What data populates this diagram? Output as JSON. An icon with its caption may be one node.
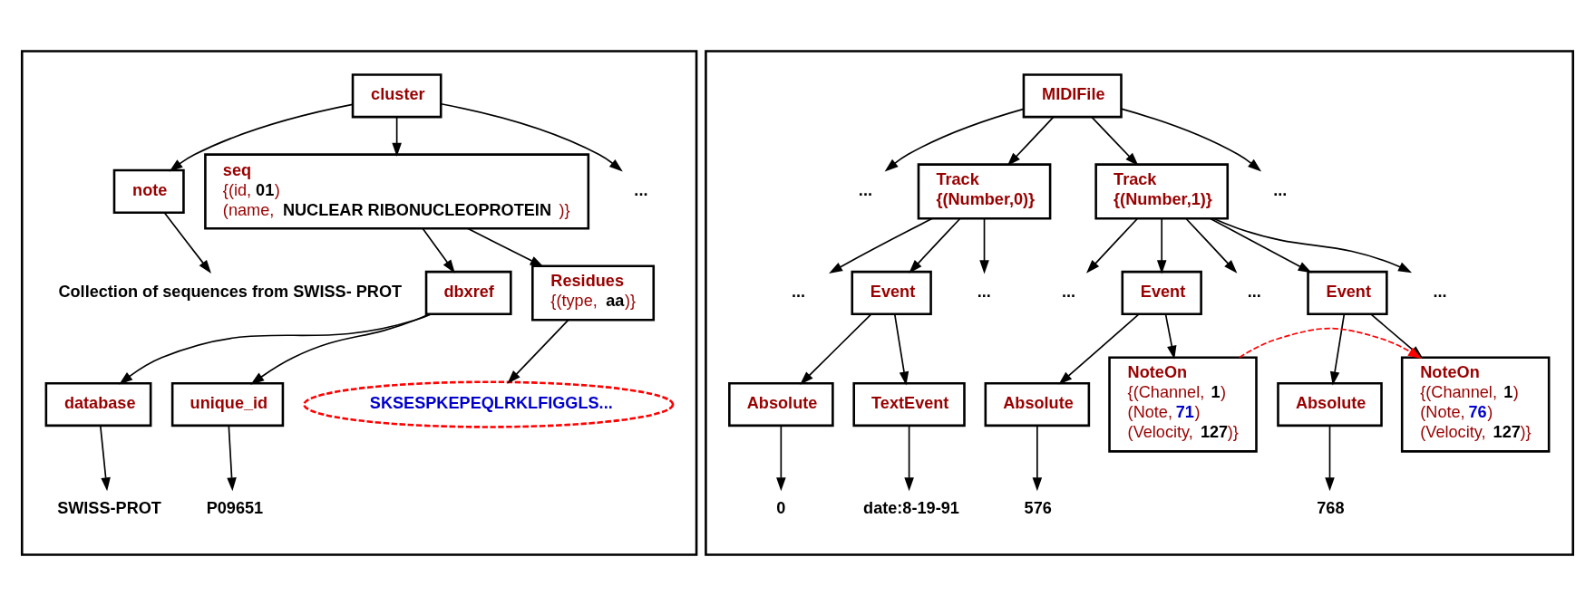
{
  "diagram": {
    "nodes": [
      {
        "text": [],
        "shape": "box"
      },
      {
        "text": [
          "cluster"
        ],
        "in": 0
      },
      {
        "text": [
          "note"
        ],
        "in": 0
      },
      {
        "text": [
          "seq",
          "{(id,**01**)",
          "(name, **NUCLEAR RIBONUCLEOPROTEIN**)}"
        ],
        "in": 0
      },
      {
        "text": [
          "..."
        ],
        "in": 0
      },
      {
        "text": [
          "Collection of sequences from SWISS- PROT"
        ],
        "in": 0
      },
      {
        "text": [
          "dbxref"
        ],
        "in": 0
      },
      {
        "text": [
          "Residues",
          "{(type, **aa**)}"
        ],
        "in": 0
      },
      {
        "text": [
          "database"
        ],
        "in": 0
      },
      {
        "text": [
          "unique_id"
        ],
        "in": 0
      },
      {
        "text": [
          "SKSESPKEPEQLRKLFIGGLS..."
        ],
        "in": 0
      },
      {
        "text": [
          "SWISS-PROT"
        ],
        "in": 0
      },
      {
        "text": [
          "P09651"
        ],
        "in": 0
      },
      {
        "text": [],
        "shape": "box"
      },
      {
        "text": [
          "MIDIFile"
        ],
        "in": 13
      },
      {
        "text": [
          "..."
        ],
        "in": 13
      },
      {
        "text": [
          "Track",
          "{(Number,0)}"
        ],
        "in": 13
      },
      {
        "text": [
          "Track",
          "{(Number,1)}"
        ],
        "in": 13
      },
      {
        "text": [
          "..."
        ],
        "in": 13
      },
      {
        "text": [
          "..."
        ],
        "in": 13
      },
      {
        "text": [
          "Event"
        ],
        "in": 13
      },
      {
        "text": [
          "..."
        ],
        "in": 13
      },
      {
        "text": [
          "..."
        ],
        "in": 13
      },
      {
        "text": [
          "Event"
        ],
        "in": 13
      },
      {
        "text": [
          "..."
        ],
        "in": 13
      },
      {
        "text": [
          "Event"
        ],
        "in": 13
      },
      {
        "text": [
          "..."
        ],
        "in": 13
      },
      {
        "text": [
          "Absolute"
        ],
        "in": 13
      },
      {
        "text": [
          "TextEvent"
        ],
        "in": 13
      },
      {
        "text": [
          "Absolute"
        ],
        "in": 13
      },
      {
        "text": [
          "NoteOn",
          "{(Channel, **1**)",
          "(Note, 71)",
          "(Velocity, **127**)}"
        ],
        "in": 13
      },
      {
        "text": [
          "Absolute"
        ],
        "in": 13
      },
      {
        "text": [
          "NoteOn",
          "{(Channel, **1**)",
          "(Note, 76)",
          "(Velocity, **127**)}"
        ],
        "in": 13
      },
      {
        "text": [
          "0"
        ],
        "in": 13
      },
      {
        "text": [
          "date:8-19-91"
        ],
        "in": 13
      },
      {
        "text": [
          "576"
        ],
        "in": 13
      },
      {
        "text": [
          "768"
        ],
        "in": 13
      }
    ],
    "edges": [
      {
        "from": 1,
        "to": 2,
        "arrow": "to"
      },
      {
        "from": 1,
        "to": 3,
        "arrow": "to"
      },
      {
        "from": 1,
        "to": 4,
        "arrow": "to"
      },
      {
        "from": 2,
        "to": 5,
        "arrow": "to"
      },
      {
        "from": 3,
        "to": 6,
        "arrow": "to"
      },
      {
        "from": 3,
        "to": 7,
        "arrow": "to"
      },
      {
        "from": 6,
        "to": 8,
        "arrow": "to"
      },
      {
        "from": 6,
        "to": 9,
        "arrow": "to"
      },
      {
        "from": 7,
        "to": 10,
        "arrow": "to"
      },
      {
        "from": 8,
        "to": 11,
        "arrow": "to"
      },
      {
        "from": 9,
        "to": 12,
        "arrow": "to"
      },
      {
        "from": 14,
        "to": 15,
        "arrow": "to"
      },
      {
        "from": 14,
        "to": 16,
        "arrow": "to"
      },
      {
        "from": 14,
        "to": 17,
        "arrow": "to"
      },
      {
        "from": 14,
        "to": 18,
        "arrow": "to"
      },
      {
        "from": 16,
        "to": 19,
        "arrow": "to"
      },
      {
        "from": 16,
        "to": 20,
        "arrow": "to"
      },
      {
        "from": 16,
        "to": 21,
        "arrow": "to"
      },
      {
        "from": 17,
        "to": 22,
        "arrow": "to"
      },
      {
        "from": 17,
        "to": 23,
        "arrow": "to"
      },
      {
        "from": 17,
        "to": 24,
        "arrow": "to"
      },
      {
        "from": 17,
        "to": 25,
        "arrow": "to"
      },
      {
        "from": 17,
        "to": 26,
        "arrow": "to"
      },
      {
        "from": 20,
        "to": 27,
        "arrow": "to"
      },
      {
        "from": 20,
        "to": 28,
        "arrow": "to"
      },
      {
        "from": 23,
        "to": 29,
        "arrow": "to"
      },
      {
        "from": 23,
        "to": 30,
        "arrow": "to"
      },
      {
        "from": 25,
        "to": 31,
        "arrow": "to"
      },
      {
        "from": 25,
        "to": 32,
        "arrow": "to"
      },
      {
        "from": 27,
        "to": 33,
        "arrow": "to"
      },
      {
        "from": 28,
        "to": 34,
        "arrow": "to"
      },
      {
        "from": 29,
        "to": 35,
        "arrow": "to"
      },
      {
        "from": 31,
        "to": 36,
        "arrow": "to"
      },
      {
        "from": 30,
        "to": 32,
        "arrow": "to",
        "style": "dashed",
        "color": "#ff0000"
      }
    ]
  }
}
